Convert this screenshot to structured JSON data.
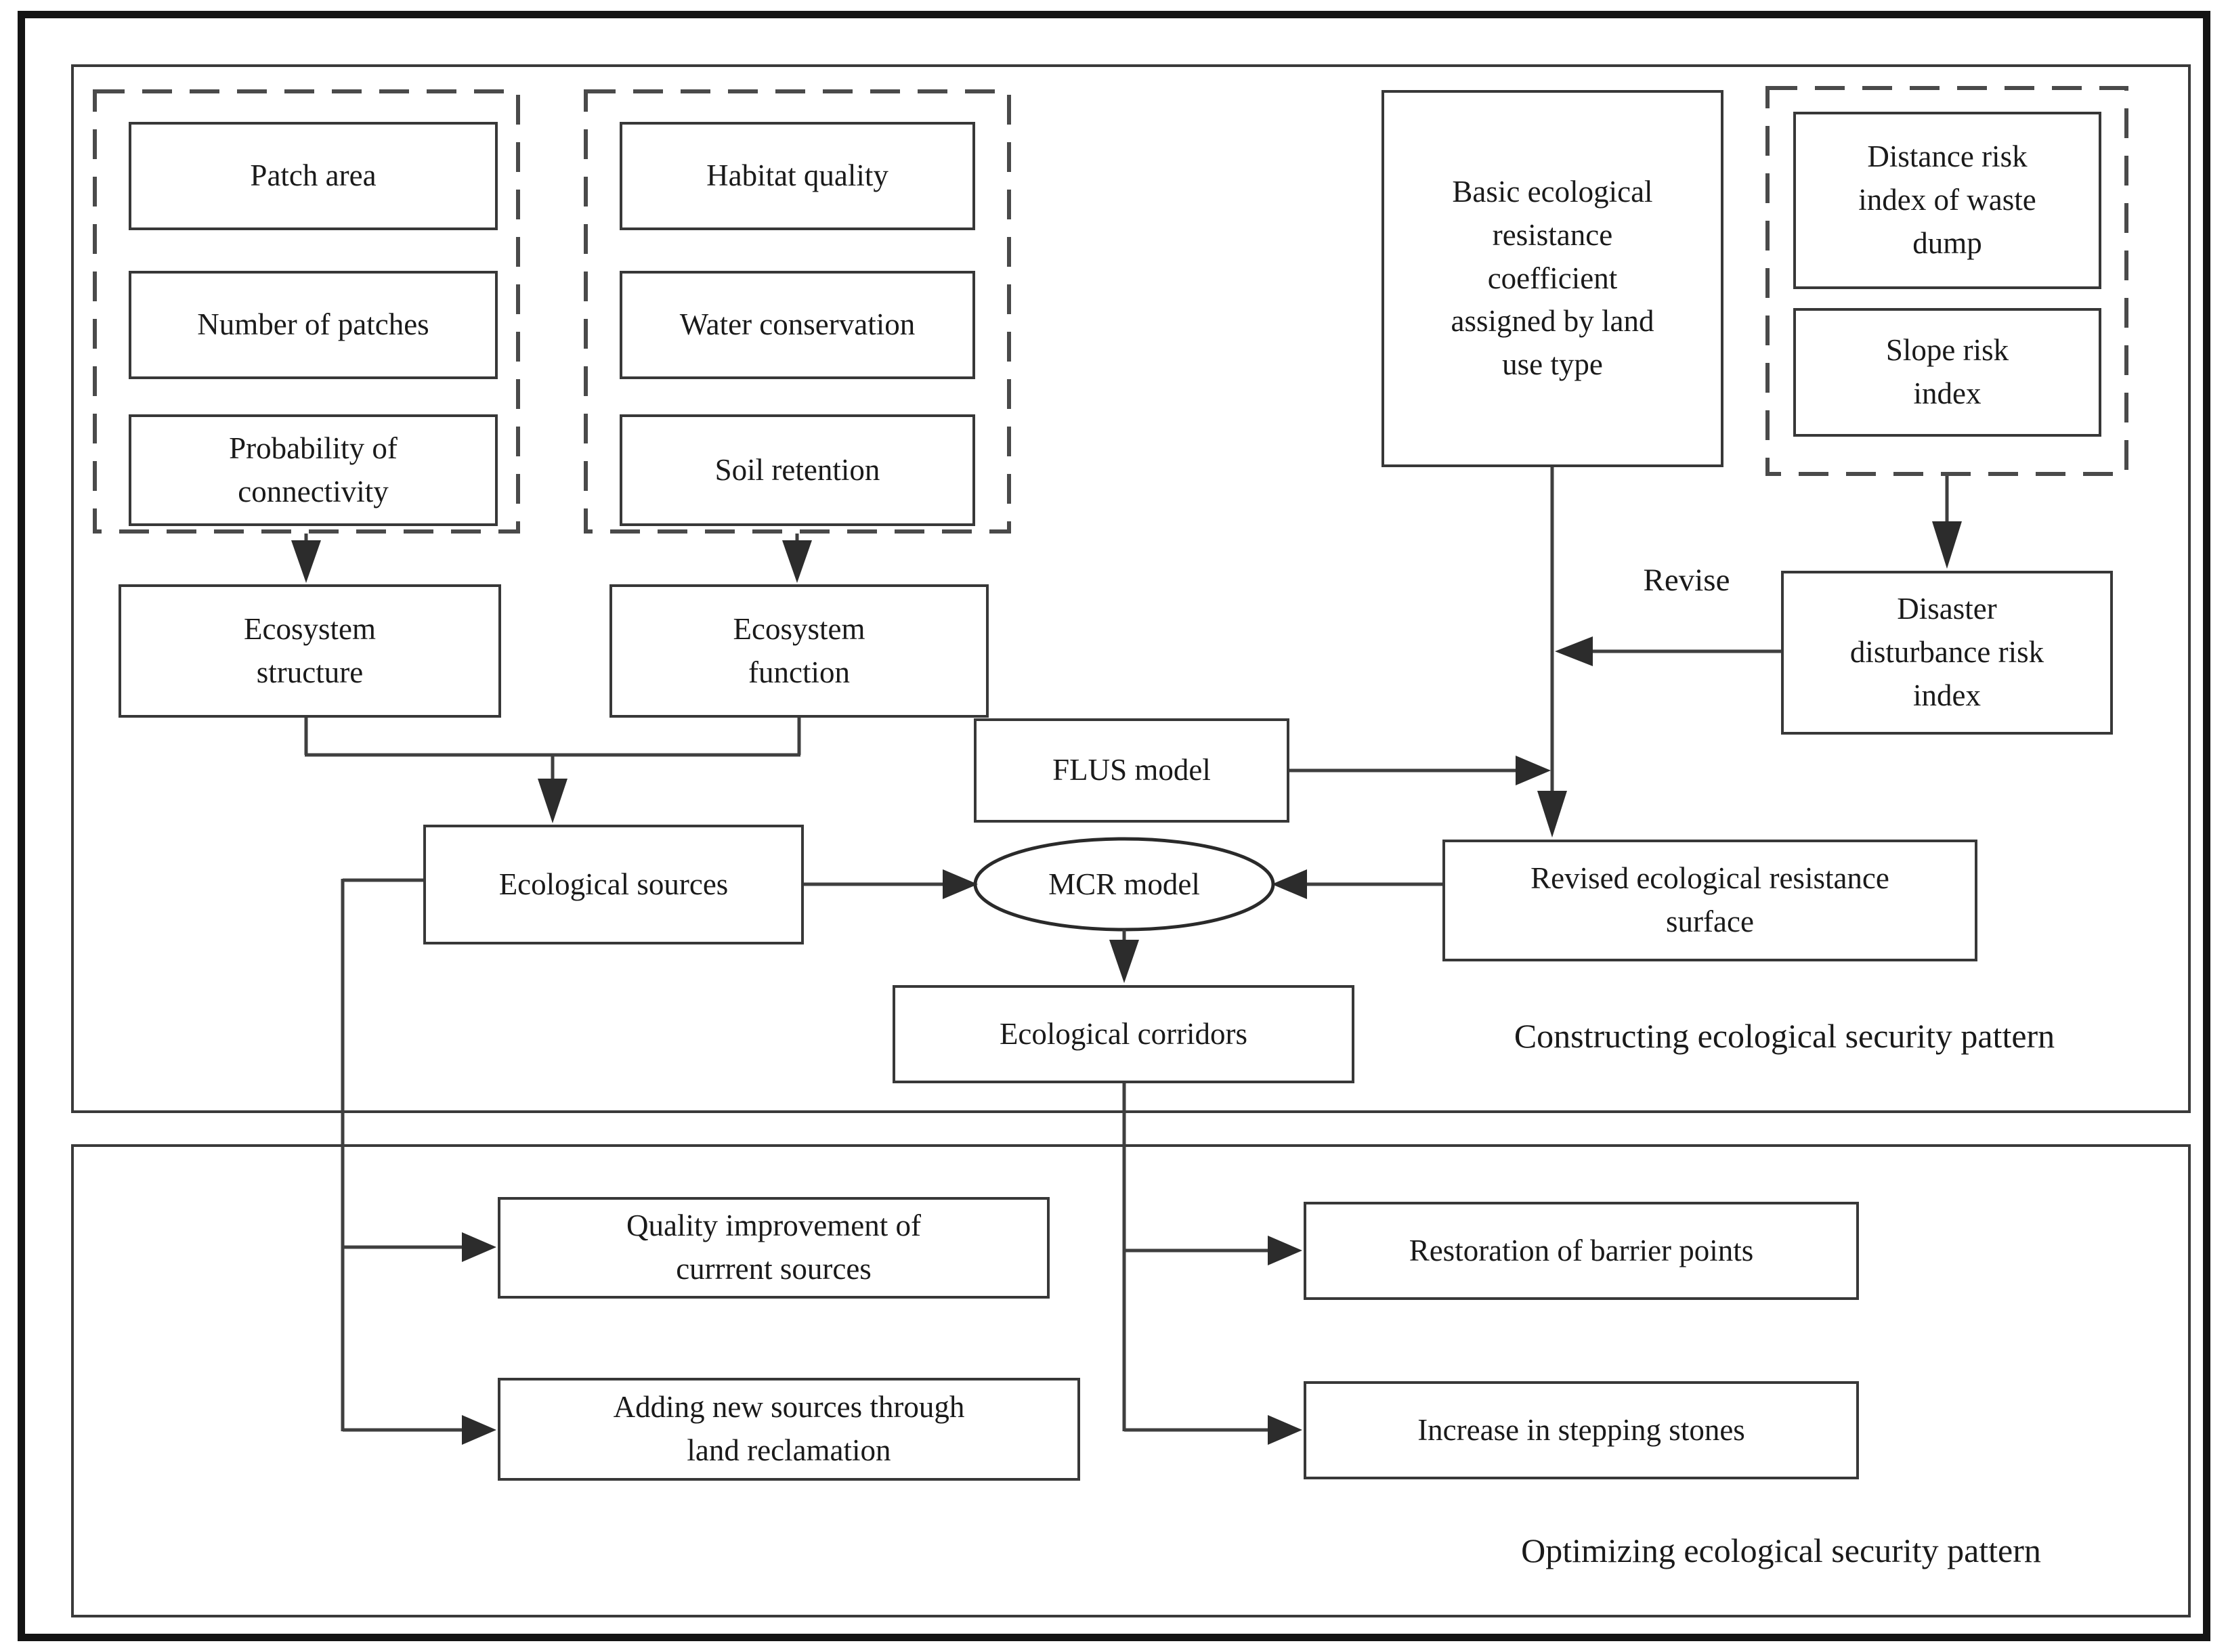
{
  "diagram": {
    "colors": {
      "background": "#ffffff",
      "line": "#3f3f3f",
      "box_border": "#383838",
      "dashed_border": "#4a4a4a",
      "text": "#1a1a1a"
    },
    "sections": {
      "constructing_label": "Constructing ecological security pattern",
      "optimizing_label": "Optimizing ecological security pattern"
    },
    "nodes": {
      "patch_area": "Patch area",
      "number_of_patches": "Number of patches",
      "probability_of_connectivity": "Probability of\nconnectivity",
      "habitat_quality": "Habitat quality",
      "water_conservation": "Water conservation",
      "soil_retention": "Soil retention",
      "basic_resistance": "Basic ecological\nresistance\ncoefficient\nassigned by land\nuse type",
      "distance_risk_index": "Distance risk\nindex of waste\ndump",
      "slope_risk_index": "Slope risk\nindex",
      "ecosystem_structure": "Ecosystem\nstructure",
      "ecosystem_function": "Ecosystem\nfunction",
      "disaster_disturbance": "Disaster\ndisturbance risk\nindex",
      "flus_model": "FLUS model",
      "ecological_sources": "Ecological sources",
      "mcr_model": "MCR model",
      "revised_surface": "Revised ecological resistance\nsurface",
      "ecological_corridors": "Ecological corridors",
      "quality_improvement": "Quality improvement of\ncurrrent sources",
      "adding_new_sources": "Adding new sources through\nland reclamation",
      "restoration_barrier_points": "Restoration of barrier points",
      "increase_stepping_stones": "Increase in stepping stones"
    },
    "edge_labels": {
      "revise": "Revise"
    }
  }
}
